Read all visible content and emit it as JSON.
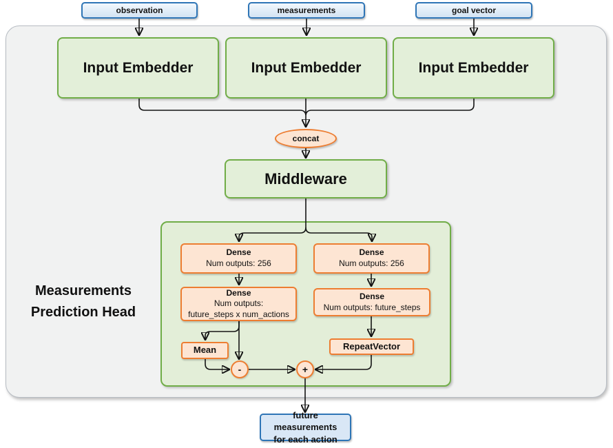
{
  "sources": [
    {
      "label": "observation"
    },
    {
      "label": "measurements"
    },
    {
      "label": "goal vector"
    }
  ],
  "embedders": [
    {
      "label": "Input Embedder"
    },
    {
      "label": "Input Embedder"
    },
    {
      "label": "Input Embedder"
    }
  ],
  "concat": {
    "label": "concat"
  },
  "middleware": {
    "label": "Middleware"
  },
  "prediction_head": {
    "label_line1": "Measurements",
    "label_line2": "Prediction Head",
    "left_branch": {
      "dense1": {
        "title": "Dense",
        "subtitle": "Num outputs: 256"
      },
      "dense2": {
        "title": "Dense",
        "subtitle_line1": "Num outputs:",
        "subtitle_line2": "future_steps x num_actions"
      },
      "mean": {
        "label": "Mean"
      },
      "minus_node": {
        "label": "-"
      }
    },
    "right_branch": {
      "dense1": {
        "title": "Dense",
        "subtitle": "Num outputs: 256"
      },
      "dense2": {
        "title": "Dense",
        "subtitle": "Num outputs: future_steps"
      },
      "repeat_vector": {
        "label": "RepeatVector"
      },
      "plus_node": {
        "label": "+"
      }
    }
  },
  "output": {
    "label_line1": "future measurements",
    "label_line2": "for each action"
  },
  "colors": {
    "blue_border": "#2e75b6",
    "blue_fill": "#d9e7f6",
    "green_border": "#70ad47",
    "green_fill": "#e3efd9",
    "orange_border": "#ed7d31",
    "orange_fill": "#fde5d3",
    "container_fill": "#f1f2f2",
    "container_border": "#b7bcc3",
    "wire": "#141414"
  }
}
